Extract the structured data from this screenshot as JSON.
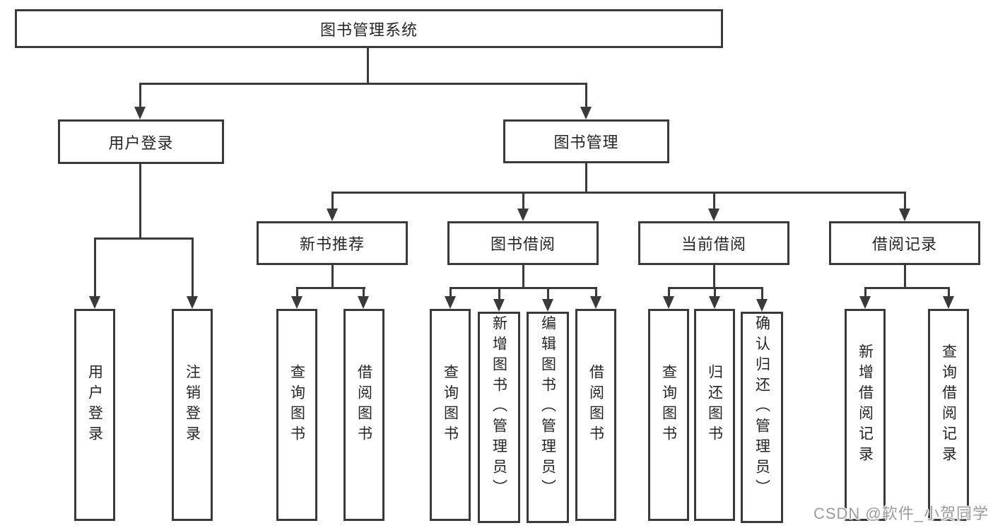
{
  "watermark": {
    "label": "CSDN @软件_小贺同学"
  },
  "colors": {
    "line": "#3a3a3a",
    "text": "#262626",
    "background": "#ffffff",
    "watermark_text": "#9c9c9c"
  },
  "tree": {
    "root": {
      "label": "图书管理系统"
    },
    "children": [
      {
        "label": "用户登录",
        "children": [
          {
            "label": "用户登录"
          },
          {
            "label": "注销登录"
          }
        ]
      },
      {
        "label": "图书管理",
        "children": [
          {
            "label": "新书推荐",
            "children": [
              {
                "label": "查询图书"
              },
              {
                "label": "借阅图书"
              }
            ]
          },
          {
            "label": "图书借阅",
            "children": [
              {
                "label": "查询图书"
              },
              {
                "label": "新增图书（管理员）"
              },
              {
                "label": "编辑图书（管理员）"
              },
              {
                "label": "借阅图书"
              }
            ]
          },
          {
            "label": "当前借阅",
            "children": [
              {
                "label": "查询图书"
              },
              {
                "label": "归还图书"
              },
              {
                "label": "确认归还（管理员）"
              }
            ]
          },
          {
            "label": "借阅记录",
            "children": [
              {
                "label": "新增借阅记录"
              },
              {
                "label": "查询借阅记录"
              }
            ]
          }
        ]
      }
    ]
  }
}
